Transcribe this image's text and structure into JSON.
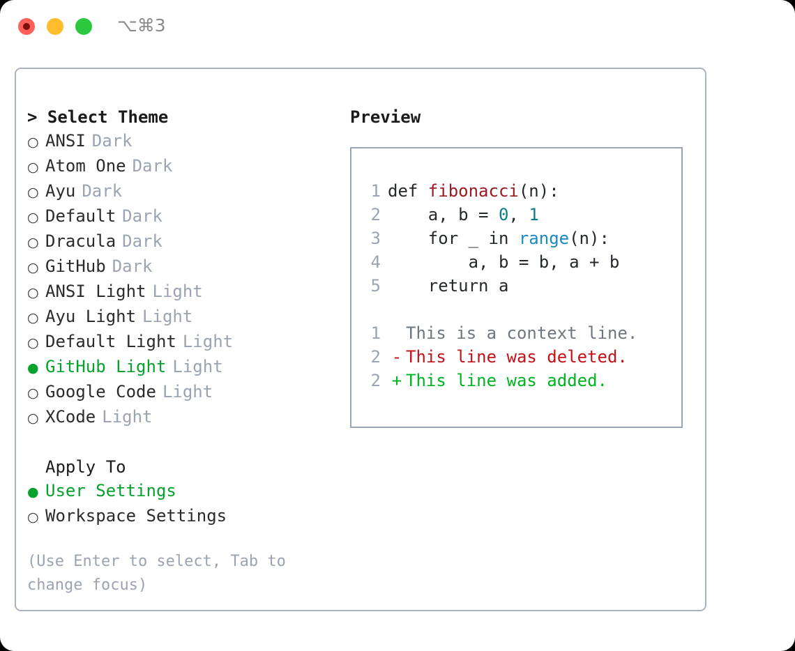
{
  "window": {
    "shortcut_label": "⌥⌘3",
    "traffic_lights": [
      {
        "name": "close",
        "color": "#ff6058"
      },
      {
        "name": "minimize",
        "color": "#ffbd2e"
      },
      {
        "name": "maximize",
        "color": "#2ac940"
      }
    ]
  },
  "theme_picker": {
    "header": "> Select Theme",
    "items": [
      {
        "marker": "○",
        "label": "ANSI",
        "tag": "Dark",
        "selected": false
      },
      {
        "marker": "○",
        "label": "Atom One",
        "tag": "Dark",
        "selected": false
      },
      {
        "marker": "○",
        "label": "Ayu",
        "tag": "Dark",
        "selected": false
      },
      {
        "marker": "○",
        "label": "Default",
        "tag": "Dark",
        "selected": false
      },
      {
        "marker": "○",
        "label": "Dracula",
        "tag": "Dark",
        "selected": false
      },
      {
        "marker": "○",
        "label": "GitHub",
        "tag": "Dark",
        "selected": false
      },
      {
        "marker": "○",
        "label": "ANSI Light",
        "tag": "Light",
        "selected": false
      },
      {
        "marker": "○",
        "label": "Ayu Light",
        "tag": "Light",
        "selected": false
      },
      {
        "marker": "○",
        "label": "Default Light",
        "tag": "Light",
        "selected": false
      },
      {
        "marker": "●",
        "label": "GitHub Light",
        "tag": "Light",
        "selected": true
      },
      {
        "marker": "○",
        "label": "Google Code",
        "tag": "Light",
        "selected": false
      },
      {
        "marker": "○",
        "label": "XCode",
        "tag": "Light",
        "selected": false
      }
    ]
  },
  "apply_to": {
    "header": "Apply To",
    "items": [
      {
        "marker": "●",
        "label": "User Settings",
        "selected": true
      },
      {
        "marker": "○",
        "label": "Workspace Settings",
        "selected": false
      }
    ]
  },
  "hint": "(Use Enter to select, Tab to change focus)",
  "preview": {
    "header": "Preview",
    "code_lines": [
      {
        "n": "1",
        "parts": [
          {
            "t": "def ",
            "c": "plain"
          },
          {
            "t": "fibonacci",
            "c": "fn"
          },
          {
            "t": "(n):",
            "c": "plain"
          }
        ]
      },
      {
        "n": "2",
        "parts": [
          {
            "t": "    a, b = ",
            "c": "plain"
          },
          {
            "t": "0",
            "c": "num"
          },
          {
            "t": ", ",
            "c": "plain"
          },
          {
            "t": "1",
            "c": "num"
          }
        ]
      },
      {
        "n": "3",
        "parts": [
          {
            "t": "    for _ in ",
            "c": "plain"
          },
          {
            "t": "range",
            "c": "call"
          },
          {
            "t": "(n):",
            "c": "plain"
          }
        ]
      },
      {
        "n": "4",
        "parts": [
          {
            "t": "        a, b = b, a + b",
            "c": "plain"
          }
        ]
      },
      {
        "n": "5",
        "parts": [
          {
            "t": "    return a",
            "c": "plain"
          }
        ]
      }
    ],
    "diff_lines": [
      {
        "n": "1",
        "sign": " ",
        "text": "This is a context line.",
        "kind": "ctx"
      },
      {
        "n": "2",
        "sign": "-",
        "text": "This line was deleted.",
        "kind": "del"
      },
      {
        "n": "2",
        "sign": "+",
        "text": "This line was added.",
        "kind": "add"
      }
    ]
  },
  "colors": {
    "accent_green": "#05a32e",
    "muted": "#9aa4b2",
    "border": "#aab3c0",
    "diff_add": "#00b521",
    "diff_del": "#c4121a",
    "syntax_fn": "#9c1a22",
    "syntax_num": "#0b7f86",
    "syntax_call": "#1a88c4"
  }
}
